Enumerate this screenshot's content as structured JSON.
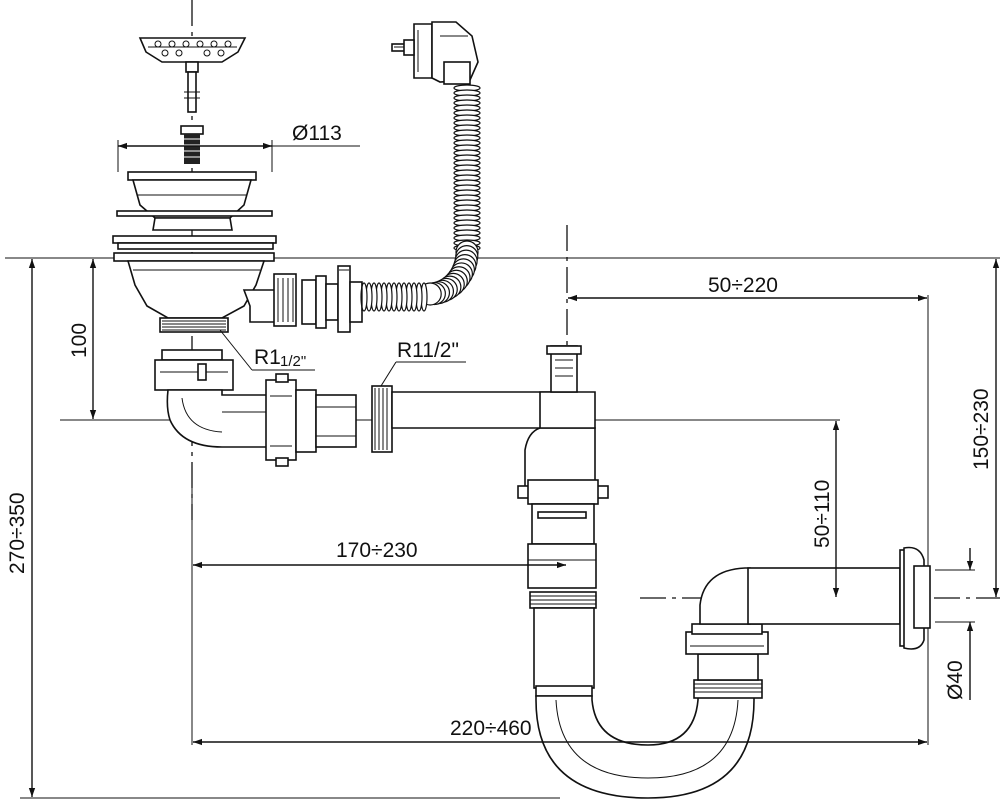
{
  "labels": {
    "d113": "Ø113",
    "r1_prefix": "R1",
    "r1_suffix": "1/2\"",
    "r11_2": "R11/2\"",
    "h100": "100",
    "w50_220": "50÷220",
    "h150_230": "150÷230",
    "h50_110": "50÷110",
    "w170_230": "170÷230",
    "h270_350": "270÷350",
    "w220_460": "220÷460",
    "d40": "Ø40"
  }
}
